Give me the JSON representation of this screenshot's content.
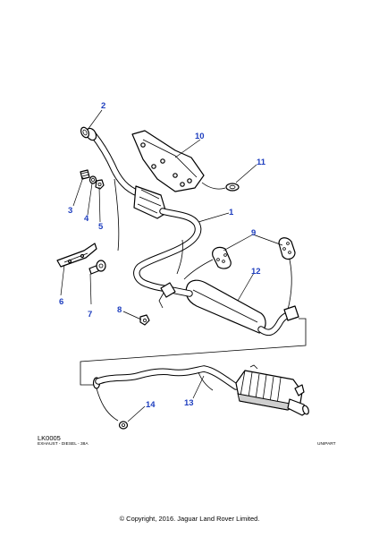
{
  "footer": {
    "code": "LK0005",
    "subtitle": "EXHAUST - DIESEL - 38A",
    "brand": "UNIPART",
    "copyright": "© Copyright, 2016. Jaguar Land Rover Limited."
  },
  "callouts": {
    "c1": "1",
    "c2": "2",
    "c3": "3",
    "c4": "4",
    "c5": "5",
    "c6": "6",
    "c7": "7",
    "c8": "8",
    "c9": "9",
    "c10": "10",
    "c11": "11",
    "c12": "12",
    "c13": "13",
    "c14": "14"
  },
  "colors": {
    "callout": "#1f3fbf",
    "line": "#000000",
    "shade": "#cfcfcf"
  }
}
